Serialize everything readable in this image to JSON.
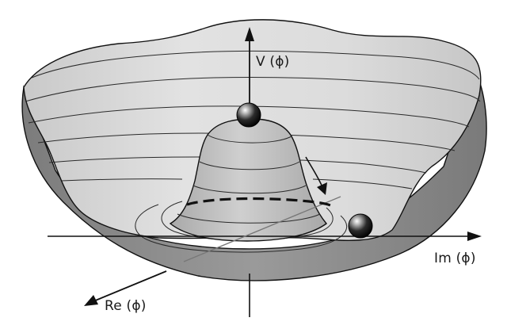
{
  "figure": {
    "labels": {
      "vertical_axis": "V (ϕ)",
      "imaginary_axis": "Im (ϕ)",
      "real_axis": "Re (ϕ)"
    },
    "colors": {
      "background": "#ffffff",
      "outer_shell": "#8e8e8e",
      "inner_surface": "#d4d4d4",
      "hump": "#b9b9b9",
      "contour_lines": "#2a2a2a",
      "axes": "#111111",
      "ball": "#1a1a1a"
    },
    "objects": {
      "ball_at_top": "unstable-maximum",
      "ball_in_trough": "ground-state-minimum",
      "trough_path": "dashed-circle"
    }
  }
}
